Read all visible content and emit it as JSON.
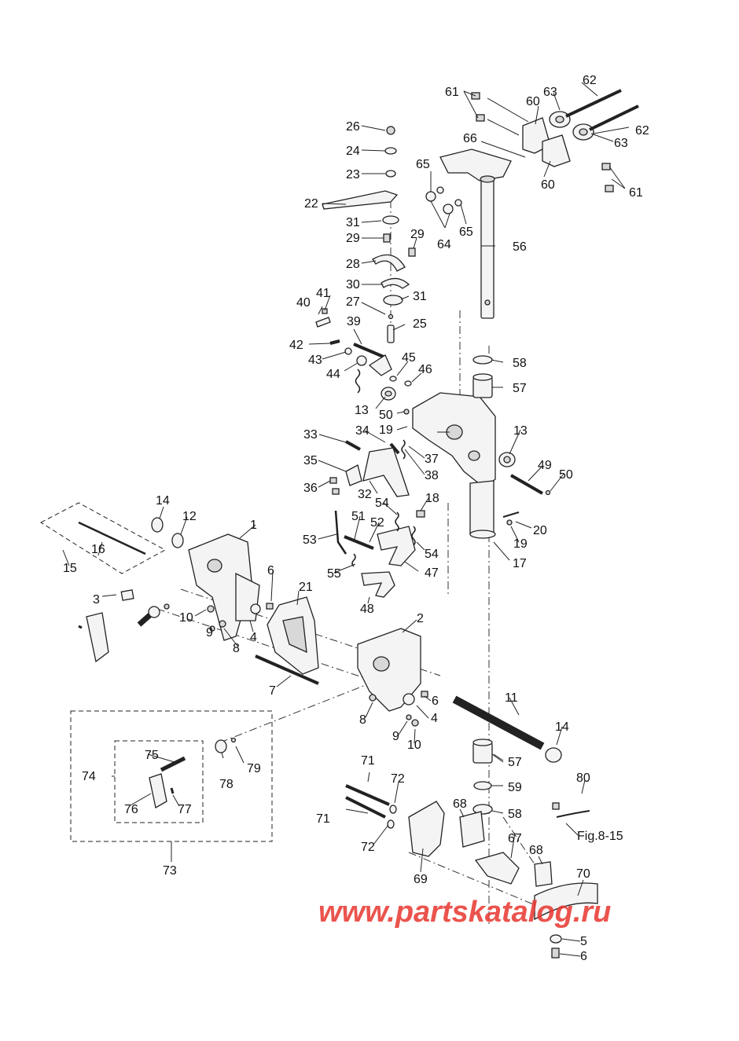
{
  "diagram": {
    "figure_ref": "Fig.8-15",
    "watermark": "www.partskatalog.ru",
    "callouts": [
      "1",
      "2",
      "3",
      "4",
      "4",
      "5",
      "6",
      "6",
      "6",
      "7",
      "8",
      "8",
      "9",
      "9",
      "10",
      "10",
      "11",
      "12",
      "13",
      "13",
      "14",
      "14",
      "15",
      "16",
      "17",
      "18",
      "19",
      "19",
      "20",
      "21",
      "22",
      "23",
      "24",
      "25",
      "26",
      "27",
      "28",
      "29",
      "29",
      "30",
      "31",
      "31",
      "32",
      "33",
      "34",
      "35",
      "36",
      "37",
      "38",
      "39",
      "40",
      "41",
      "42",
      "43",
      "44",
      "45",
      "46",
      "47",
      "48",
      "49",
      "50",
      "50",
      "51",
      "52",
      "53",
      "54",
      "54",
      "55",
      "56",
      "57",
      "57",
      "58",
      "58",
      "59",
      "60",
      "60",
      "61",
      "61",
      "62",
      "62",
      "63",
      "63",
      "64",
      "65",
      "65",
      "66",
      "67",
      "68",
      "68",
      "69",
      "70",
      "71",
      "71",
      "72",
      "72",
      "73",
      "74",
      "75",
      "76",
      "77",
      "78",
      "79",
      "80"
    ]
  }
}
